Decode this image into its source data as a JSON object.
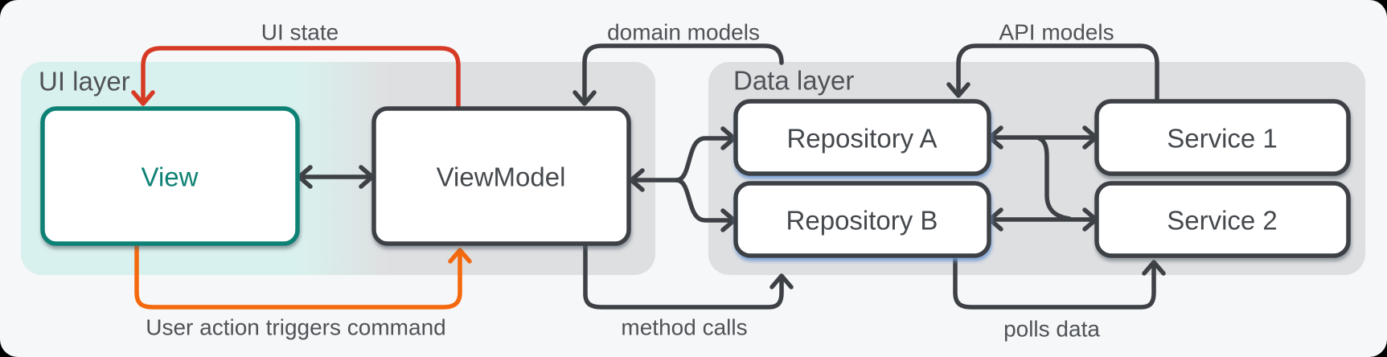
{
  "colors": {
    "background": "#f5f7f8",
    "stroke_dark": "#3d4145",
    "label_text": "#4f5357",
    "teal_accent": "#0f8174",
    "ui_panel_teal": "#d9f1ee",
    "panel_gray": "#dedfe1",
    "red_arrow": "#d63a25",
    "orange_arrow": "#f4690e",
    "box_fill": "#ffffff"
  },
  "panels": {
    "ui": {
      "label": "UI layer"
    },
    "data": {
      "label": "Data layer"
    }
  },
  "boxes": {
    "view": {
      "label": "View"
    },
    "viewmodel": {
      "label": "ViewModel"
    },
    "repo_a": {
      "label": "Repository A"
    },
    "repo_b": {
      "label": "Repository B"
    },
    "service_1": {
      "label": "Service 1"
    },
    "service_2": {
      "label": "Service 2"
    }
  },
  "edges": {
    "ui_state": {
      "label": "UI state",
      "color": "#d63a25",
      "from": "ViewModel",
      "to": "View"
    },
    "user_action": {
      "label": "User action triggers command",
      "color": "#f4690e",
      "from": "View",
      "to": "ViewModel"
    },
    "domain_models": {
      "label": "domain models",
      "color": "#3d4145",
      "from": "Data layer",
      "to": "ViewModel"
    },
    "method_calls": {
      "label": "method calls",
      "color": "#3d4145",
      "from": "ViewModel",
      "to": "Data layer"
    },
    "api_models": {
      "label": "API models",
      "color": "#3d4145",
      "from": "Service 1",
      "to": "Repository A"
    },
    "polls_data": {
      "label": "polls data",
      "color": "#3d4145",
      "from": "Repository B",
      "to": "Service 2"
    }
  }
}
